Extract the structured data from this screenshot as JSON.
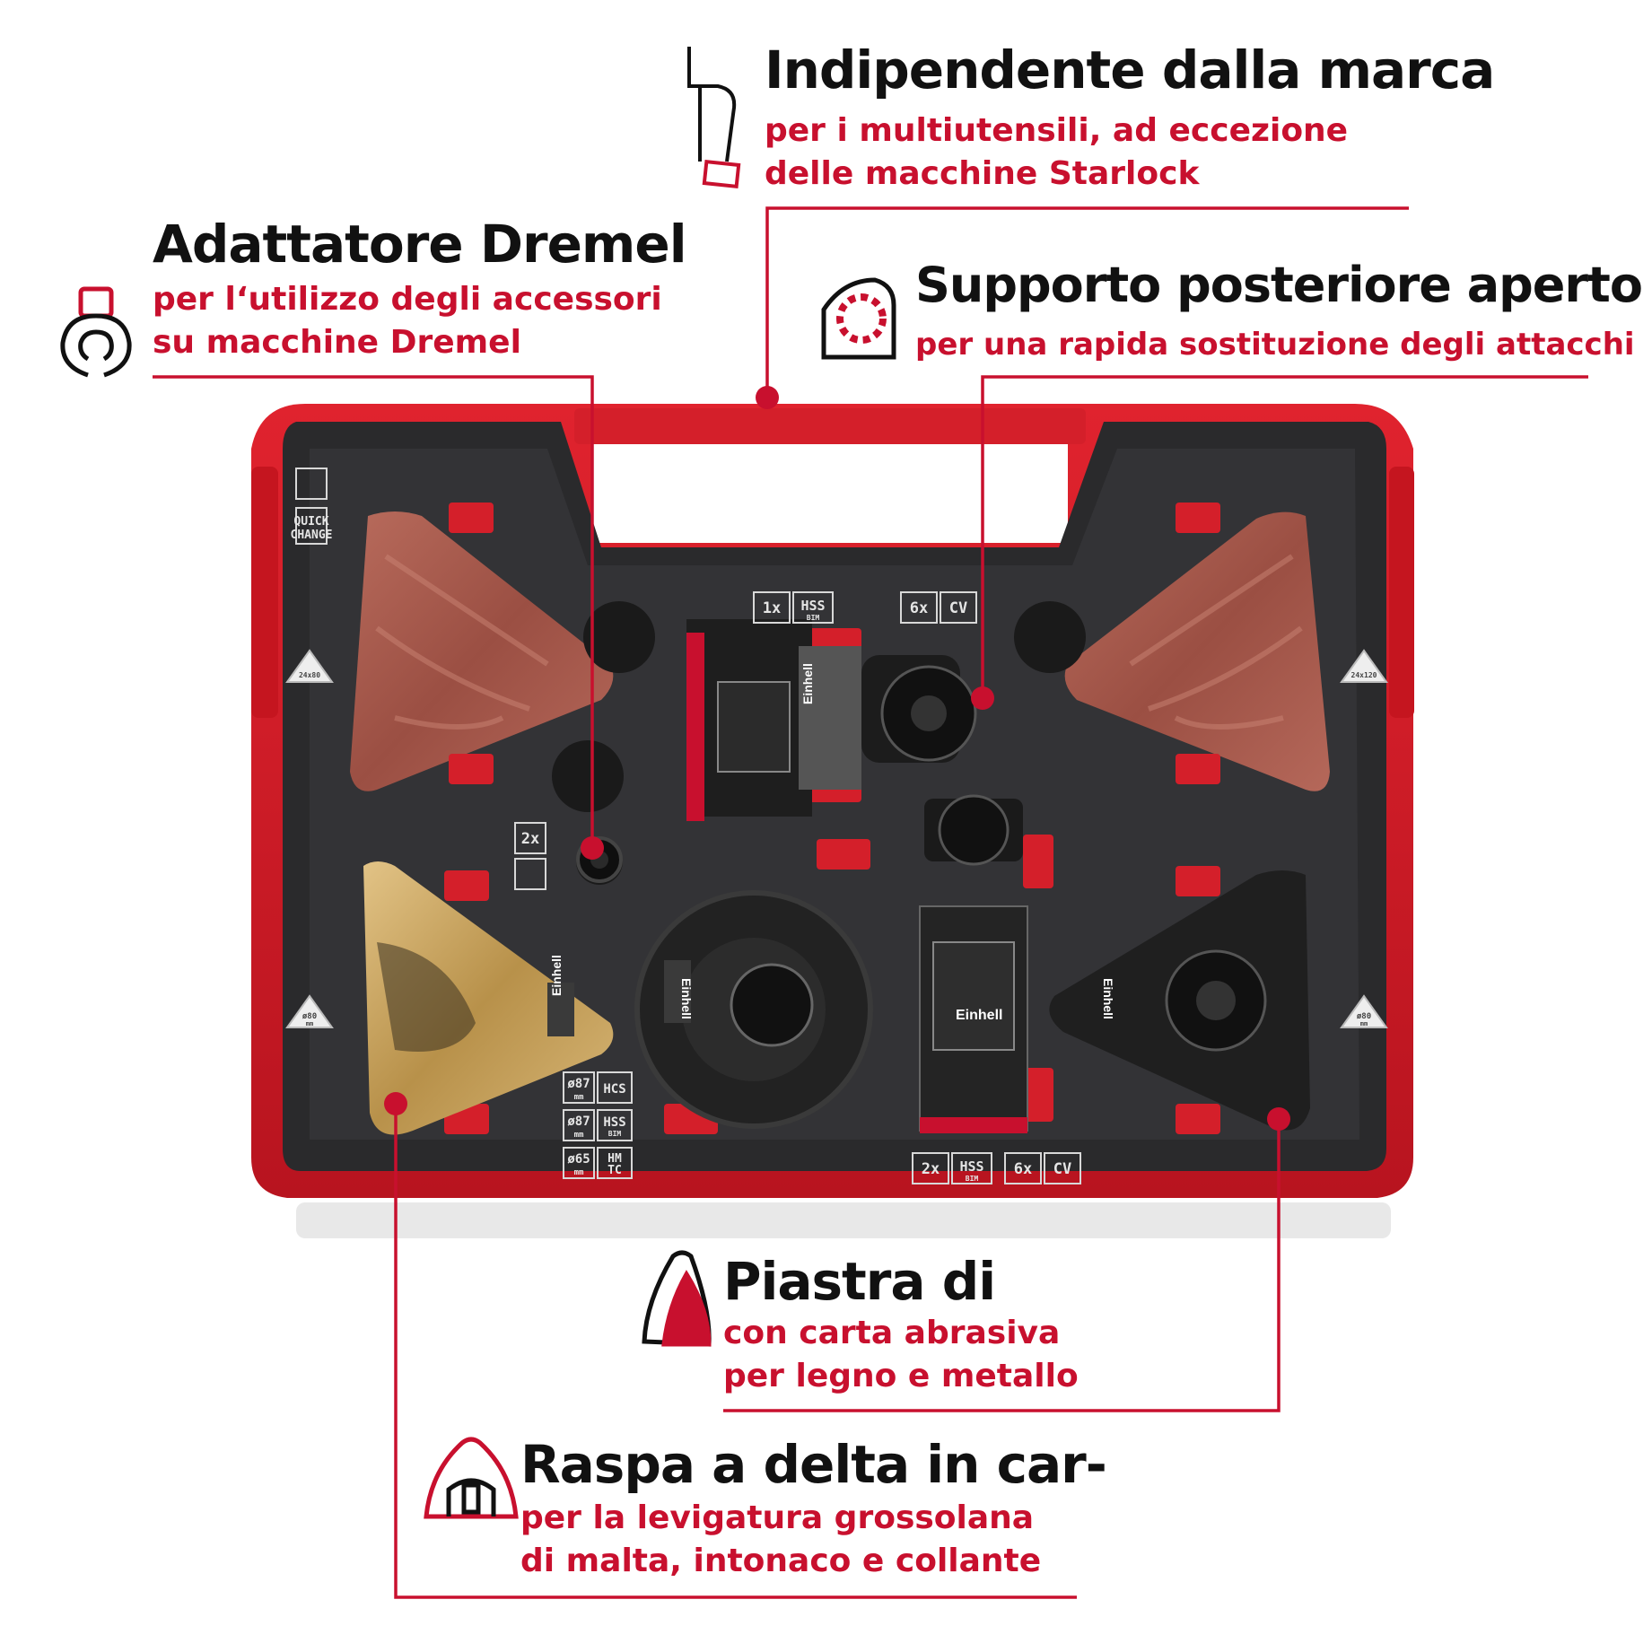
{
  "callouts": {
    "brand": {
      "title": "Indipendente dalla marca",
      "sub": [
        "per i multiutensili, ad eccezione",
        "delle macchine Starlock"
      ],
      "icon": "multitool-icon"
    },
    "dremel": {
      "title": "Adattatore Dremel",
      "sub": [
        "per l‘utilizzo degli accessori",
        "su macchine Dremel"
      ],
      "icon": "adapter-icon"
    },
    "support": {
      "title": "Supporto posteriore aperto",
      "sub": [
        "per una rapida sostituzione degli attacchi"
      ],
      "icon": "open-mount-icon"
    },
    "plate": {
      "title": "Piastra di",
      "sub": [
        "con carta abrasiva",
        "per legno e metallo"
      ],
      "icon": "sanding-plate-icon"
    },
    "rasp": {
      "title": "Raspa a delta in car-",
      "sub": [
        "per la levigatura grossolana",
        "di malta, intonaco e collante"
      ],
      "icon": "delta-rasp-icon"
    }
  },
  "case_labels": {
    "quick_change": [
      "QUICK",
      "CHANGE"
    ],
    "top_1x": "1x",
    "top_hss": "HSS",
    "top_bim": "BIM",
    "top_6x": "6x",
    "top_cv": "CV",
    "left_2x": "2x",
    "bottom_2x": "2x",
    "bottom_hss": "HSS",
    "bottom_bim": "BIM",
    "bottom_6x": "6x",
    "bottom_cv": "CV",
    "size_left": "24x80",
    "size_right": "24x120",
    "dia_left": [
      "ø80",
      "mm"
    ],
    "dia_right": [
      "ø80",
      "mm"
    ],
    "blade_rows": [
      {
        "dia": "ø87",
        "unit": "mm",
        "mat": "HCS",
        "mat2": ""
      },
      {
        "dia": "ø87",
        "unit": "mm",
        "mat": "HSS",
        "mat2": "BIM"
      },
      {
        "dia": "ø65",
        "unit": "mm",
        "mat": "HM",
        "mat2": "TC"
      }
    ],
    "brand_name": "Einhell"
  },
  "colors": {
    "accent": "#c8102e",
    "case_red": "#d41f2a",
    "tray": "#2a2a2c",
    "sandpaper": "#a8584a",
    "carbide": "#c9a25a"
  }
}
